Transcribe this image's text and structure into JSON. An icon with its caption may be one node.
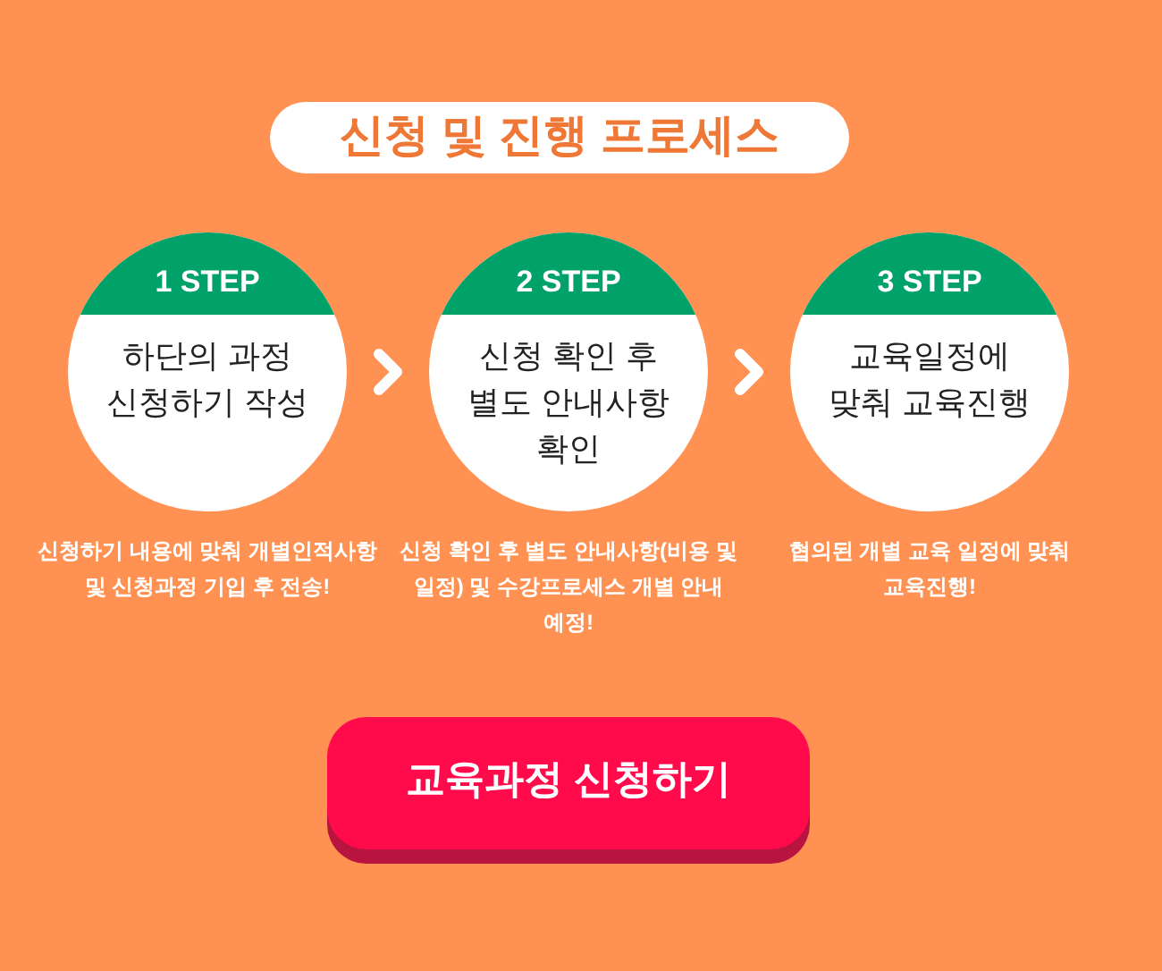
{
  "diagram": {
    "title": "신청 및 진행 프로세스",
    "nodes": [
      {
        "text": [
          "1 STEP",
          "하단의 과정 신청하기 작성"
        ],
        "beside": [
          "신청하기 내용에 맞춰 개별인적사항 및 신청과정 기입 후 전송!"
        ]
      },
      {
        "text": [
          "2 STEP",
          "신청 확인 후 별도 안내사항 확인"
        ],
        "beside": [
          "신청 확인 후 별도 안내사항(비용 및 일정) 및 수강프로세스 개별 안내 예정!"
        ]
      },
      {
        "text": [
          "3 STEP",
          "교육일정에 맞춰 교육진행"
        ],
        "beside": [
          "협의된 개별 교육 일정에 맞춰 교육진행!"
        ]
      },
      {
        "text": [
          "교육과정 신청하기"
        ]
      }
    ],
    "edges": [
      {
        "from": 0,
        "to": 1,
        "arrow": "to"
      },
      {
        "from": 1,
        "to": 2,
        "arrow": "to"
      }
    ]
  }
}
